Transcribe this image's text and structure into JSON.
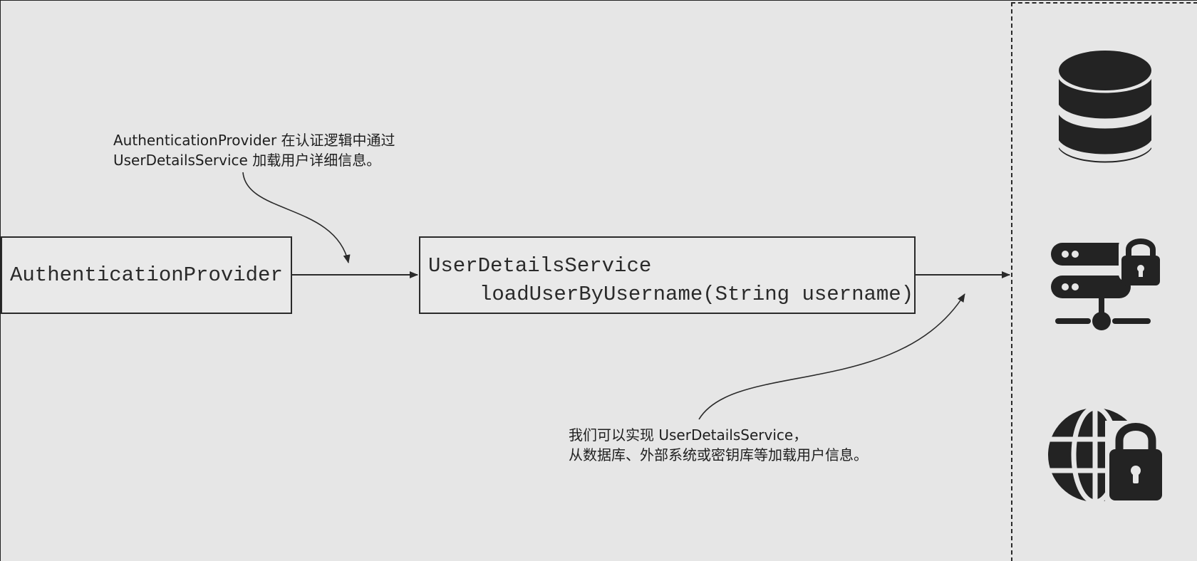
{
  "diagram": {
    "components": {
      "authentication_provider": "AuthenticationProvider",
      "user_details_service": {
        "name": "UserDetailsService",
        "method": "loadUserByUsername(String username)"
      }
    },
    "annotations": {
      "top": {
        "line1": "AuthenticationProvider 在认证逻辑中通过",
        "line2": "UserDetailsService 加载用户详细信息。"
      },
      "bottom": {
        "line1": "我们可以实现 UserDetailsService，",
        "line2": "从数据库、外部系统或密钥库等加载用户信息。"
      }
    },
    "storage_icons": [
      "database-icon",
      "secure-server-icon",
      "secure-web-icon"
    ]
  }
}
